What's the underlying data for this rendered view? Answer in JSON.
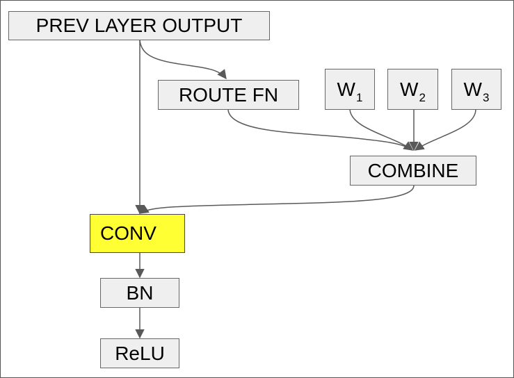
{
  "diagram": {
    "nodes": {
      "prev_layer_output": "PREV LAYER OUTPUT",
      "route_fn": "ROUTE FN",
      "w1": {
        "label": "W",
        "sub": "1"
      },
      "w2": {
        "label": "W",
        "sub": "2"
      },
      "w3": {
        "label": "W",
        "sub": "3"
      },
      "combine": "COMBINE",
      "conv": "CONV",
      "bn": "BN",
      "relu": "ReLU"
    },
    "edges": [
      {
        "from": "prev_layer_output",
        "to": "route_fn"
      },
      {
        "from": "prev_layer_output",
        "to": "conv"
      },
      {
        "from": "route_fn",
        "to": "combine"
      },
      {
        "from": "w1",
        "to": "combine"
      },
      {
        "from": "w2",
        "to": "combine"
      },
      {
        "from": "w3",
        "to": "combine"
      },
      {
        "from": "combine",
        "to": "conv"
      },
      {
        "from": "conv",
        "to": "bn"
      },
      {
        "from": "bn",
        "to": "relu"
      }
    ],
    "colors": {
      "node_fill": "#efefef",
      "highlight_fill": "#ffff33",
      "edge": "#595959"
    }
  }
}
